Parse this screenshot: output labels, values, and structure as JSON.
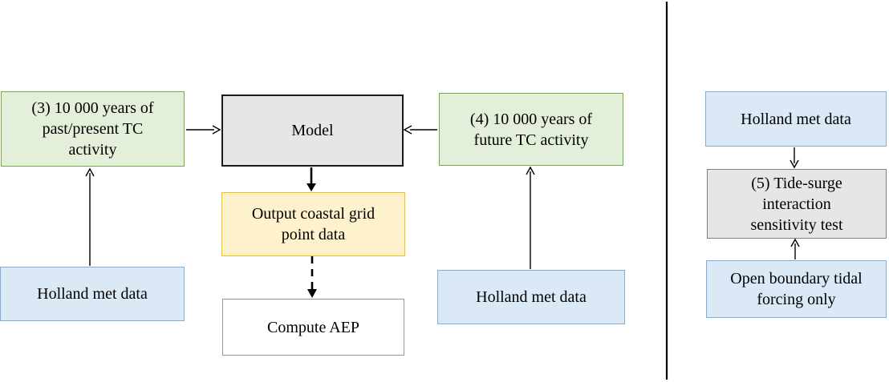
{
  "boxes": {
    "past_tc": {
      "label": "(3) 10 000 years of\npast/present TC\nactivity"
    },
    "model": {
      "label": "Model"
    },
    "future_tc": {
      "label": "(4) 10 000 years of\nfuture TC activity"
    },
    "output_grid": {
      "label": "Output coastal grid\npoint data"
    },
    "compute_aep": {
      "label": "Compute AEP"
    },
    "holland_left": {
      "label": "Holland met data"
    },
    "holland_mid": {
      "label": "Holland met data"
    },
    "holland_right": {
      "label": "Holland met data"
    },
    "tide_surge": {
      "label": "(5) Tide-surge\ninteraction\nsensitivity test"
    },
    "open_boundary": {
      "label": "Open boundary tidal\nforcing only"
    }
  },
  "colors": {
    "green_fill": "#e3efd9",
    "green_border": "#70ad47",
    "gray_fill": "#e7e6e6",
    "dark_border": "#1a1a1a",
    "gray_border": "#7f7f7f",
    "light_gray_border": "#969696",
    "yellow_fill": "#fef2cd",
    "yellow_border": "#fcc102",
    "blue_fill": "#dbe8f6",
    "blue_border": "#7faedc",
    "white_fill": "#ffffff",
    "line_color": "#000000"
  }
}
